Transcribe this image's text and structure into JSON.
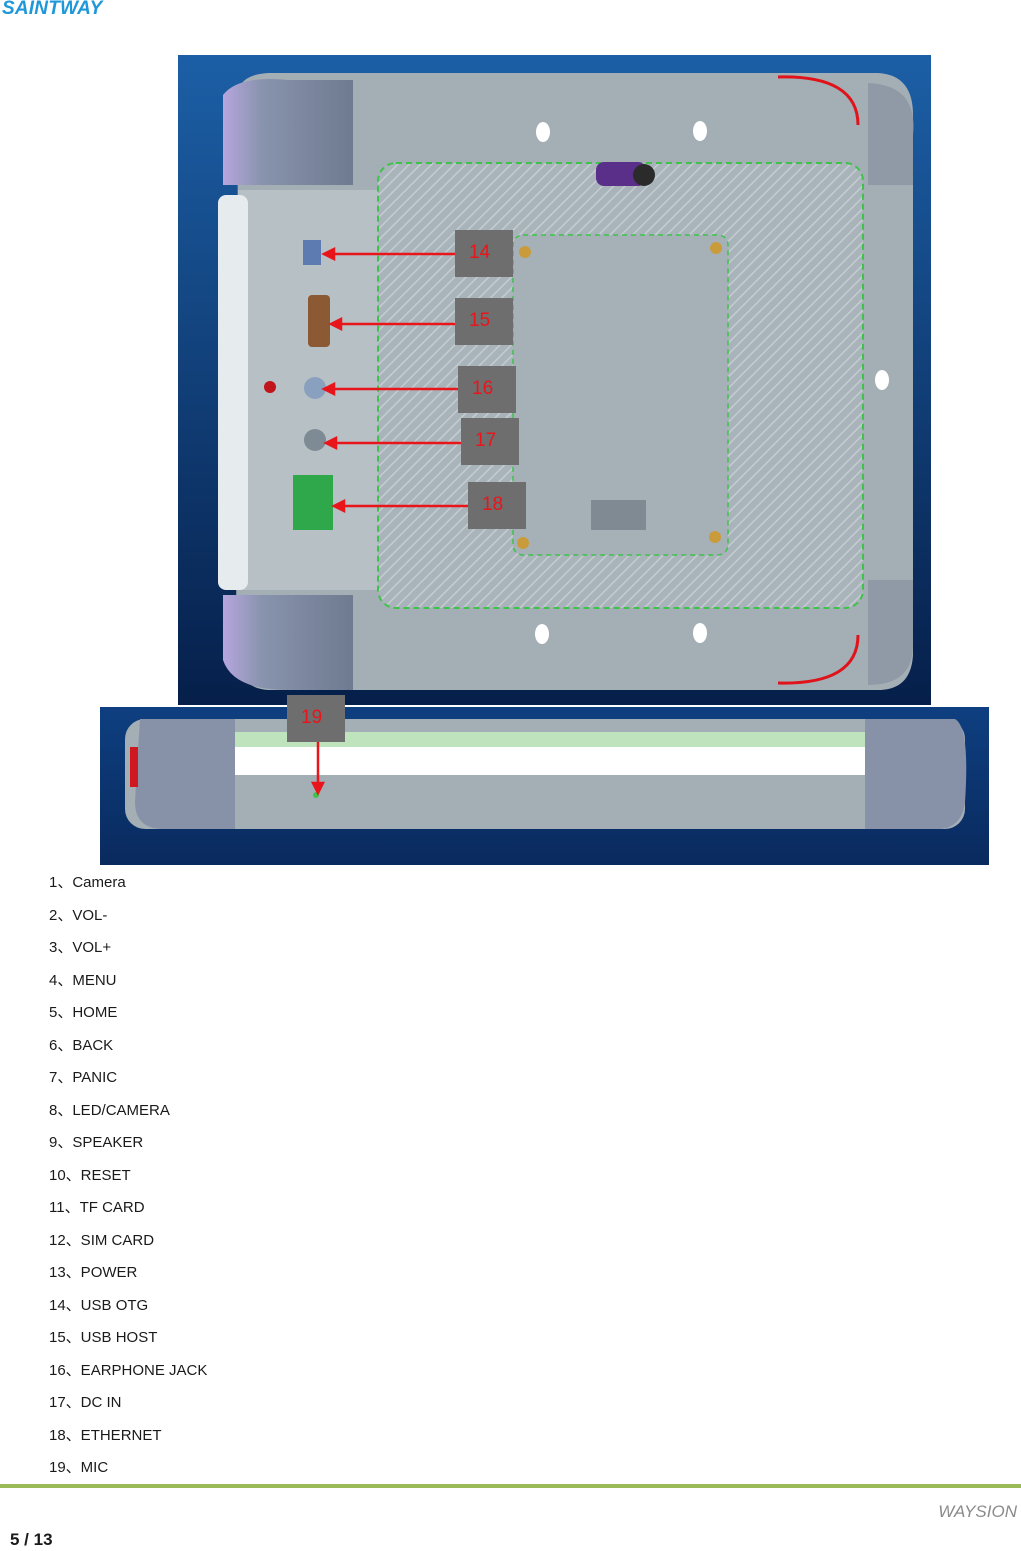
{
  "header": {
    "brand": "SAINTWAY"
  },
  "figure": {
    "callouts": [
      {
        "label": "14"
      },
      {
        "label": "15"
      },
      {
        "label": "16"
      },
      {
        "label": "17"
      },
      {
        "label": "18"
      },
      {
        "label": "19"
      }
    ],
    "arrow_color": "#e8151b",
    "background_color": "#0b3a7a",
    "device_color": "#a3aeb5"
  },
  "legend": {
    "items": [
      "1、Camera",
      "2、VOL-",
      "3、VOL+",
      "4、MENU",
      "5、HOME",
      "6、BACK",
      "7、PANIC",
      "8、LED/CAMERA",
      "9、SPEAKER",
      "10、RESET",
      "11、TF CARD",
      "12、SIM CARD",
      "13、POWER",
      "14、USB OTG",
      "15、USB HOST",
      "16、EARPHONE JACK",
      "17、DC IN",
      "18、ETHERNET",
      "19、MIC"
    ]
  },
  "footer": {
    "brand": "WAYSION",
    "page": "5 / 13",
    "rule_color": "#9bbb59"
  }
}
